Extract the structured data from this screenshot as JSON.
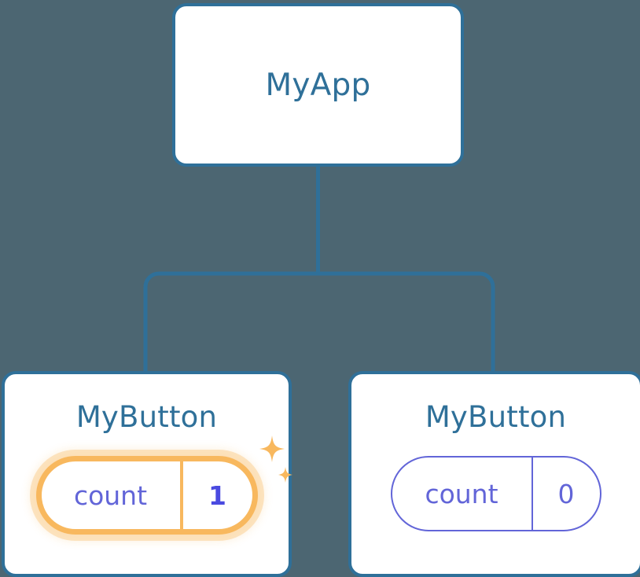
{
  "diagram": {
    "type": "component-tree",
    "title": "MyApp component tree with MyButton children",
    "background_color": "#4c6672",
    "edge_color": "#2f7099",
    "node_border_color": "#2f7099",
    "node_label_color": "#2f7099",
    "state_idle_color": "#6265d8",
    "state_active_color": "#f8b85e",
    "state_value_active_color": "#4a4ae0",
    "sparkle_color": "#f8b85e"
  },
  "root": {
    "label": "MyApp"
  },
  "children": [
    {
      "label": "MyButton",
      "state": {
        "key": "count",
        "value": "1",
        "highlighted": true,
        "sparkle_icons": [
          "sparkle-large",
          "sparkle-small"
        ]
      }
    },
    {
      "label": "MyButton",
      "state": {
        "key": "count",
        "value": "0",
        "highlighted": false
      }
    }
  ]
}
